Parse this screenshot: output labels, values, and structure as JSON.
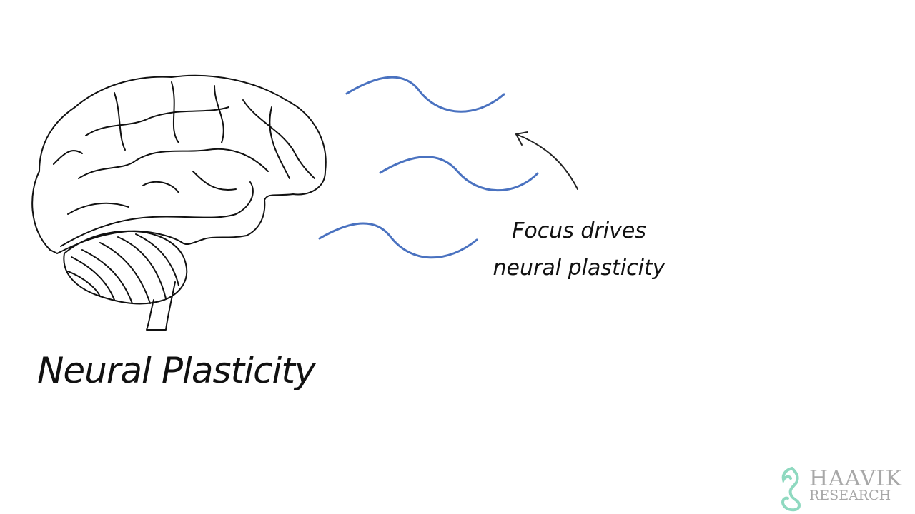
{
  "title": "Neural Plasticity",
  "annotation": {
    "line1": "Focus drives",
    "line2": "neural plasticity"
  },
  "logo": {
    "line1": "HAAVIK",
    "line2": "RESEARCH"
  },
  "colors": {
    "wave": "#4a72c0",
    "ink": "#111111",
    "logo_icon": "#8fd9c0",
    "logo_text": "#a8a8a8"
  }
}
